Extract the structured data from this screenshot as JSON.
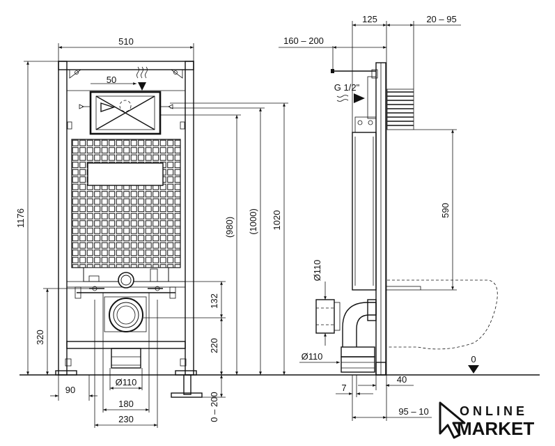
{
  "front_view": {
    "width_total": "510",
    "flush_plate_offset": "50",
    "height_total": "1176",
    "height_980": "(980)",
    "height_1000": "(1000)",
    "height_1020": "1020",
    "height_320": "320",
    "height_132": "132",
    "height_220": "220",
    "height_floor_range": "0 – 200",
    "width_90": "90",
    "diameter_drain": "Ø110",
    "width_180": "180",
    "width_230": "230"
  },
  "side_view": {
    "depth_125": "125",
    "depth_range_20_95": "20 – 95",
    "depth_range_160_200": "160 – 200",
    "water_inlet": "G 1/2\"",
    "height_590": "590",
    "diameter_110_top": "Ø110",
    "diameter_110_bottom": "Ø110",
    "floor_zero": "0",
    "width_7": "7",
    "width_40": "40",
    "width_95_10": "95 – 10"
  },
  "logo": {
    "line1": "ONLINE",
    "line2": "MARKET"
  }
}
